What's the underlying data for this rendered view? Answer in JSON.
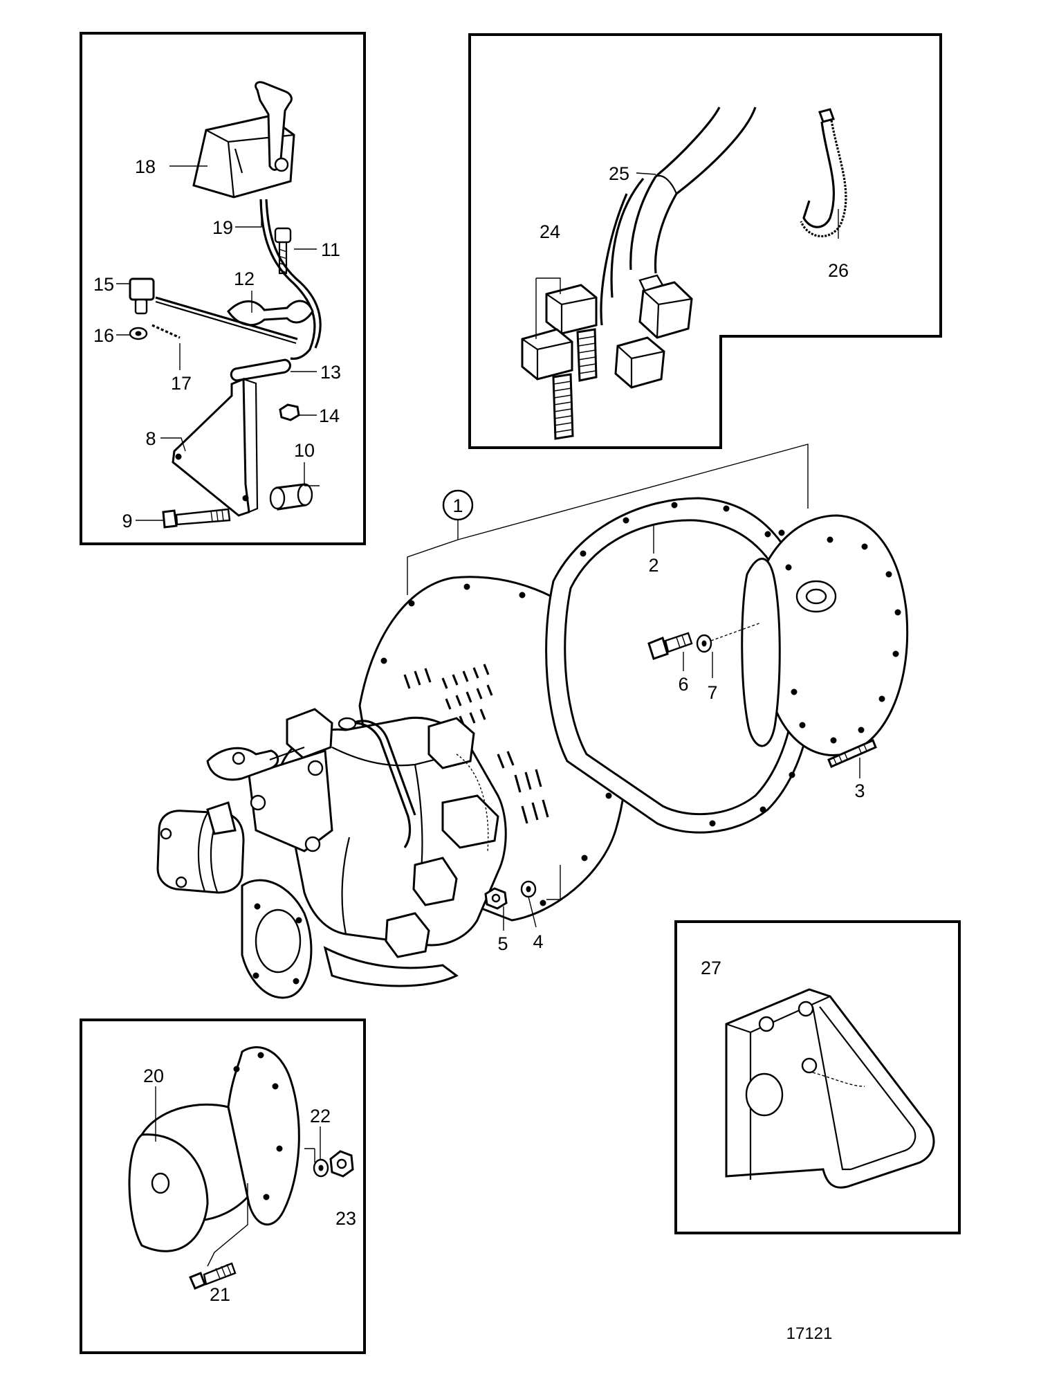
{
  "figure_number": "17121",
  "callouts": [
    {
      "id": "1",
      "text": "1",
      "circled": true
    },
    {
      "id": "2",
      "text": "2"
    },
    {
      "id": "3",
      "text": "3"
    },
    {
      "id": "4",
      "text": "4"
    },
    {
      "id": "5",
      "text": "5"
    },
    {
      "id": "6",
      "text": "6"
    },
    {
      "id": "7",
      "text": "7"
    },
    {
      "id": "8",
      "text": "8"
    },
    {
      "id": "9",
      "text": "9"
    },
    {
      "id": "10",
      "text": "10"
    },
    {
      "id": "11",
      "text": "11"
    },
    {
      "id": "12",
      "text": "12"
    },
    {
      "id": "13",
      "text": "13"
    },
    {
      "id": "14",
      "text": "14"
    },
    {
      "id": "15",
      "text": "15"
    },
    {
      "id": "16",
      "text": "16"
    },
    {
      "id": "17",
      "text": "17"
    },
    {
      "id": "18",
      "text": "18"
    },
    {
      "id": "19",
      "text": "19"
    },
    {
      "id": "20",
      "text": "20"
    },
    {
      "id": "21",
      "text": "21"
    },
    {
      "id": "22",
      "text": "22"
    },
    {
      "id": "23",
      "text": "23"
    },
    {
      "id": "24",
      "text": "24"
    },
    {
      "id": "25",
      "text": "25"
    },
    {
      "id": "26",
      "text": "26"
    },
    {
      "id": "27",
      "text": "27"
    }
  ]
}
